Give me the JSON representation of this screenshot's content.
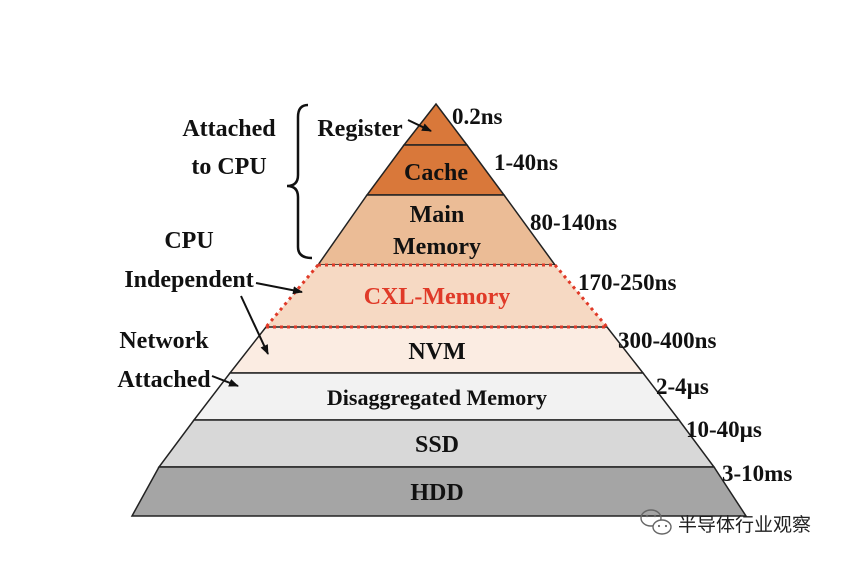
{
  "pyramid": {
    "tiers": [
      {
        "label": "",
        "fill": "#d9783a"
      },
      {
        "label": "Cache",
        "fill": "#d9783a"
      },
      {
        "label": "Main",
        "label2": "Memory",
        "fill": "#ebbc96"
      },
      {
        "label": "CXL-Memory",
        "fill": "#f6d9c3",
        "highlight": true
      },
      {
        "label": "NVM",
        "fill": "#fbece2"
      },
      {
        "label": "Disaggregated Memory",
        "fill": "#f2f2f2"
      },
      {
        "label": "SSD",
        "fill": "#d8d8d8"
      },
      {
        "label": "HDD",
        "fill": "#a5a5a5"
      }
    ],
    "register_label": "Register",
    "latencies": [
      "0.2ns",
      "1-40ns",
      "80-140ns",
      "170-250ns",
      "300-400ns",
      "2-4µs",
      "10-40µs",
      "3-10ms"
    ],
    "highlight_color": "#e03a28"
  },
  "groups": {
    "attached_cpu": {
      "line1": "Attached",
      "line2": "to CPU"
    },
    "cpu_independent": {
      "line1": "CPU",
      "line2": "Independent"
    },
    "network_attached": {
      "line1": "Network",
      "line2": "Attached"
    }
  },
  "watermark": {
    "text": "半导体行业观察"
  }
}
